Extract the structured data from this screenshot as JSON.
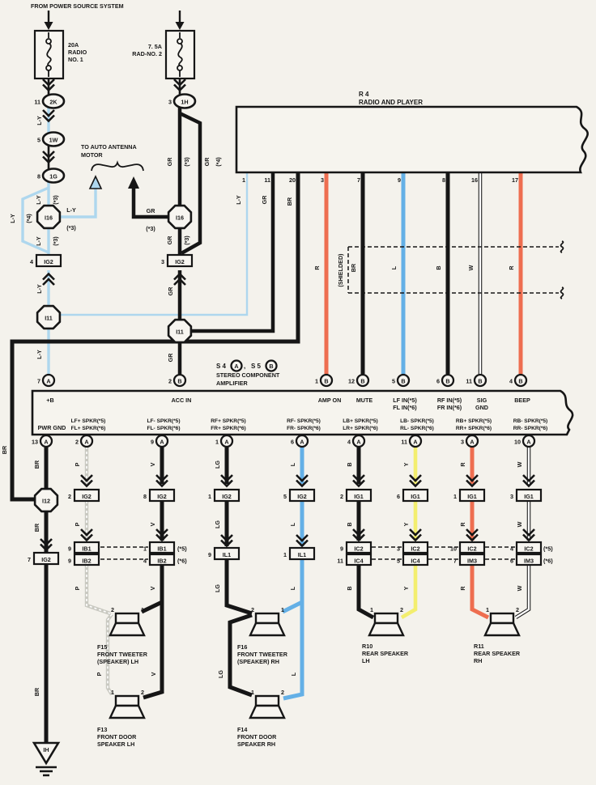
{
  "diagram": {
    "power_source": "FROM POWER SOURCE SYSTEM",
    "fuse1": {
      "rating": "20A",
      "name1": "RADIO",
      "name2": "NO. 1"
    },
    "fuse2": {
      "rating": "7. 5A",
      "name1": "RAD-NO. 2"
    },
    "antenna": {
      "line1": "TO AUTO ANTENNA",
      "line2": "MOTOR"
    },
    "ground_code": "IH"
  },
  "radio": {
    "code": "R 4",
    "name": "RADIO AND PLAYER",
    "pins": [
      "1",
      "11",
      "20",
      "3",
      "7",
      "9",
      "8",
      "16",
      "17"
    ]
  },
  "amp": {
    "code1": "S 4",
    "circ1": "A",
    "sep": ",",
    "code2": "S 5",
    "circ2": "B",
    "name1": "STEREO COMPONENT",
    "name2": "AMPLIFIER",
    "top_pins": [
      {
        "num": "7",
        "c": "A",
        "l1": "+B",
        "l2": ""
      },
      {
        "num": "2",
        "c": "B",
        "l1": "ACC IN",
        "l2": ""
      },
      {
        "num": "1",
        "c": "B",
        "l1": "AMP ON",
        "l2": ""
      },
      {
        "num": "12",
        "c": "B",
        "l1": "MUTE",
        "l2": ""
      },
      {
        "num": "5",
        "c": "B",
        "l1": "LF IN(*5)",
        "l2": "FL IN(*6)"
      },
      {
        "num": "6",
        "c": "B",
        "l1": "RF IN(*5)",
        "l2": "FR IN(*6)"
      },
      {
        "num": "11",
        "c": "B",
        "l1": "SIG",
        "l2": "GND"
      },
      {
        "num": "4",
        "c": "B",
        "l1": "BEEP",
        "l2": ""
      }
    ],
    "bottom_pins": [
      {
        "num": "13",
        "c": "A",
        "l1": "PWR GND",
        "l2": ""
      },
      {
        "num": "2",
        "c": "A",
        "l1": "LF+ SPKR(*5)",
        "l2": "FL+ SPKR(*6)"
      },
      {
        "num": "9",
        "c": "A",
        "l1": "LF- SPKR(*5)",
        "l2": "FL- SPKR(*6)"
      },
      {
        "num": "1",
        "c": "A",
        "l1": "RF+ SPKR(*5)",
        "l2": "FR+ SPKR(*6)"
      },
      {
        "num": "6",
        "c": "A",
        "l1": "RF- SPKR(*5)",
        "l2": "FR- SPKR(*6)"
      },
      {
        "num": "4",
        "c": "A",
        "l1": "LB+ SPKR(*5)",
        "l2": "LR+ SPKR(*6)"
      },
      {
        "num": "11",
        "c": "A",
        "l1": "LB- SPKR(*5)",
        "l2": "RL- SPKR(*6)"
      },
      {
        "num": "3",
        "c": "A",
        "l1": "RB+ SPKR(*5)",
        "l2": "RR+ SPKR(*6)"
      },
      {
        "num": "10",
        "c": "A",
        "l1": "RB- SPKR(*5)",
        "l2": "RR- SPKR(*6)"
      }
    ]
  },
  "connectors": {
    "ovals": [
      {
        "num": "11",
        "code": "2K"
      },
      {
        "num": "5",
        "code": "1W"
      },
      {
        "num": "8",
        "code": "1G"
      },
      {
        "num": "3",
        "code": "1H"
      }
    ],
    "octagons": [
      "I16",
      "I16",
      "I11",
      "I11",
      "I12"
    ],
    "boxes": [
      {
        "num": "4",
        "code": "IG2"
      },
      {
        "num": "3",
        "code": "IG2"
      },
      {
        "num": "7",
        "code": "IG2"
      },
      {
        "num": "2",
        "code": "IG2"
      },
      {
        "num": "8",
        "code": "IG2"
      },
      {
        "num": "1",
        "code": "IG2"
      },
      {
        "num": "5",
        "code": "IG2"
      },
      {
        "num": "2",
        "code": "IG1"
      },
      {
        "num": "6",
        "code": "IG1"
      },
      {
        "num": "1",
        "code": "IG1"
      },
      {
        "num": "3",
        "code": "IG1"
      },
      {
        "num": "9",
        "code": "IB1"
      },
      {
        "num": "9",
        "code": "IB2"
      },
      {
        "num": "1",
        "code": "IB1",
        "note": "(*5)"
      },
      {
        "num": "4",
        "code": "IB2",
        "note": "(*6)"
      },
      {
        "num": "9",
        "code": "IL1"
      },
      {
        "num": "1",
        "code": "IL1"
      },
      {
        "num": "9",
        "code": "IC2"
      },
      {
        "num": "11",
        "code": "IC4"
      },
      {
        "num": "3",
        "code": "IC2"
      },
      {
        "num": "5",
        "code": "IC4"
      },
      {
        "num": "10",
        "code": "IC2"
      },
      {
        "num": "7",
        "code": "IM3"
      },
      {
        "num": "4",
        "code": "IC2",
        "note": "(*5)"
      },
      {
        "num": "6",
        "code": "IM3",
        "note": "(*6)"
      }
    ]
  },
  "wire": {
    "LY": "L-Y",
    "GR": "GR",
    "BR": "BR",
    "P": "P",
    "V": "V",
    "LG": "LG",
    "L": "L",
    "B": "B",
    "Y": "Y",
    "R": "R",
    "W": "W",
    "n3": "(*3)",
    "n4": "(*4)",
    "n5": "(*5)",
    "n6": "(*6)",
    "shielded": "(SHIELDED)"
  },
  "speakers": [
    {
      "code": "F15",
      "name1": "FRONT TWEETER",
      "name2": "(SPEAKER) LH",
      "pin_left": "2",
      "pin_right": "1"
    },
    {
      "code": "F13",
      "name1": "FRONT DOOR",
      "name2": "SPEAKER LH",
      "pin_left": "1",
      "pin_right": "2"
    },
    {
      "code": "F16",
      "name1": "FRONT TWEETER",
      "name2": "(SPEAKER) RH",
      "pin_left": "2",
      "pin_right": "1"
    },
    {
      "code": "F14",
      "name1": "FRONT DOOR",
      "name2": "SPEAKER RH",
      "pin_left": "1",
      "pin_right": "2"
    },
    {
      "code": "R10",
      "name1": "REAR SPEAKER",
      "name2": "LH",
      "pin_left": "1",
      "pin_right": "2"
    },
    {
      "code": "R11",
      "name1": "REAR SPEAKER",
      "name2": "RH",
      "pin_left": "1",
      "pin_right": "2"
    }
  ],
  "colors": {
    "light_blue": "#aed7ee",
    "blue": "#64b0e6",
    "orange": "#ee6e50",
    "yellow": "#f3ee6e",
    "grey": "#c9c9c1",
    "line": "#161616",
    "background": "#f4f2ec"
  }
}
